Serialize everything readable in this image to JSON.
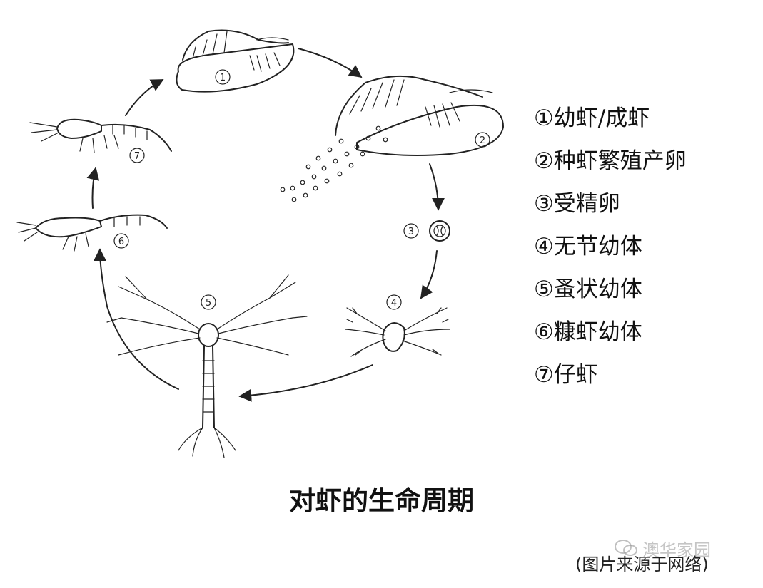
{
  "title": "对虾的生命周期",
  "stages": [
    {
      "num": "①",
      "name": "幼虾/成虾"
    },
    {
      "num": "②",
      "name": "种虾繁殖产卵"
    },
    {
      "num": "③",
      "name": "受精卵"
    },
    {
      "num": "④",
      "name": "无节幼体"
    },
    {
      "num": "⑤",
      "name": "蚤状幼体"
    },
    {
      "num": "⑥",
      "name": "糠虾幼体"
    },
    {
      "num": "⑦",
      "name": "仔虾"
    }
  ],
  "diagram_labels": [
    "1",
    "2",
    "3",
    "4",
    "5",
    "6",
    "7"
  ],
  "source": "(图片来源于网络)",
  "watermark": "澳华家园",
  "icons": [
    "wechat-watermark-icon"
  ]
}
